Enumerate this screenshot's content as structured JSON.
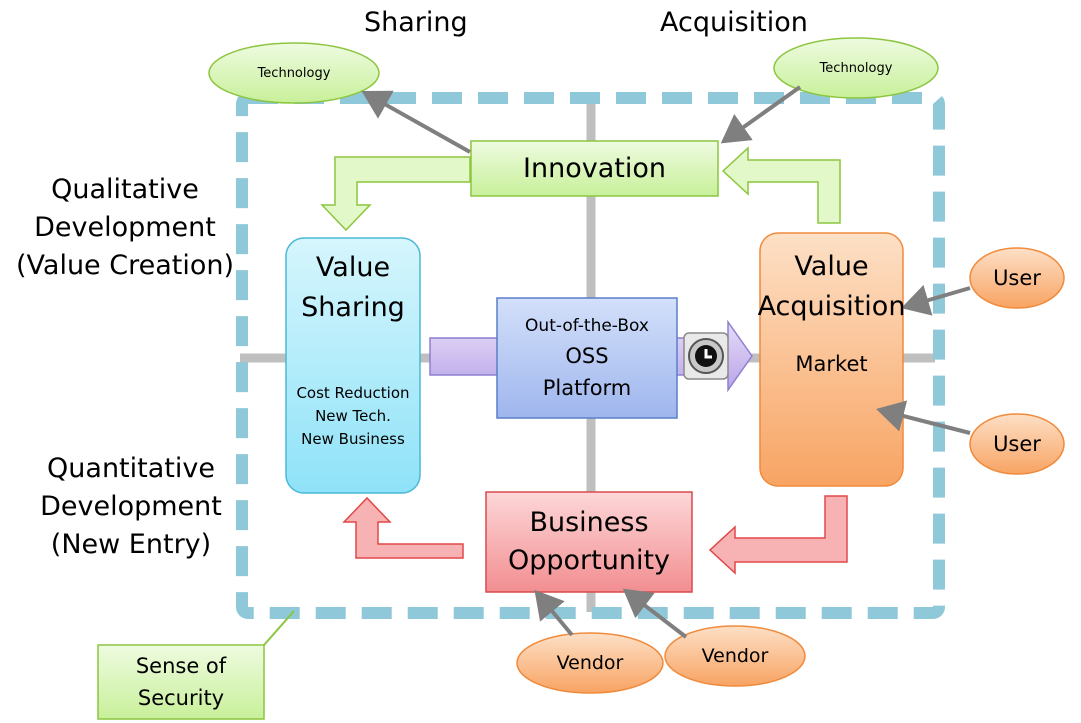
{
  "axes": {
    "top_left": "Sharing",
    "top_right": "Acquisition",
    "left_upper_line1": "Qualitative",
    "left_upper_line2": "Development",
    "left_upper_line3": "(Value Creation)",
    "left_lower_line1": "Quantitative",
    "left_lower_line2": "Development",
    "left_lower_line3": "(New Entry)"
  },
  "nodes": {
    "innovation": "Innovation",
    "value_sharing_line1": "Value",
    "value_sharing_line2": "Sharing",
    "value_sharing_sub1": "Cost Reduction",
    "value_sharing_sub2": "New Tech.",
    "value_sharing_sub3": "New Business",
    "platform_line1": "Out-of-the-Box",
    "platform_line2": "OSS",
    "platform_line3": "Platform",
    "value_acq_line1": "Value",
    "value_acq_line2": "Acquisition",
    "value_acq_sub": "Market",
    "business_line1": "Business",
    "business_line2": "Opportunity"
  },
  "externals": {
    "tech_left": "Technology",
    "tech_right": "Technology",
    "user_top": "User",
    "user_bottom": "User",
    "vendor_left": "Vendor",
    "vendor_right": "Vendor"
  },
  "callout": {
    "line1": "Sense of",
    "line2": "Security"
  },
  "colors": {
    "dashed_border": "#8fc8d8",
    "axis_gray": "#bfbfbf",
    "green_fill": "#d6f5b0",
    "green_stroke": "#8cc63f",
    "cyan_fill": "#a6ecfb",
    "blue_fill": "#b4c7f2",
    "purple_fill": "#c9b8ee",
    "orange_fill": "#fbbd8a",
    "red_fill": "#f7a3a5",
    "arrow_gray": "#7f7f7f"
  }
}
